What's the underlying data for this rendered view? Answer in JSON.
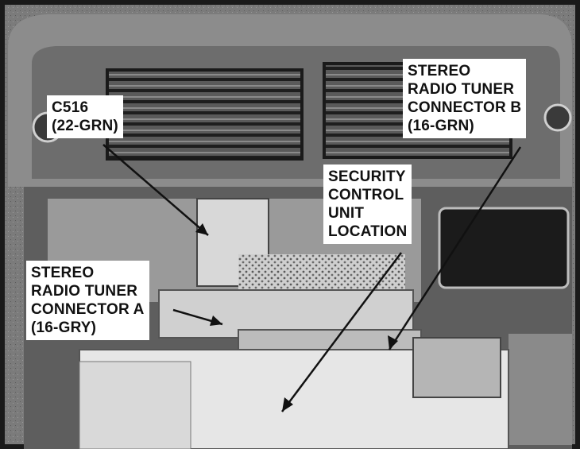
{
  "callouts": {
    "c516": {
      "line1": "C516",
      "line2": "(22-GRN)"
    },
    "connector_b": {
      "line1": "STEREO",
      "line2": "RADIO TUNER",
      "line3": "CONNECTOR B",
      "line4": "(16-GRN)"
    },
    "security_unit": {
      "line1": "SECURITY",
      "line2": "CONTROL",
      "line3": "UNIT",
      "line4": "LOCATION"
    },
    "connector_a": {
      "line1": "STEREO",
      "line2": "RADIO TUNER",
      "line3": "CONNECTOR A",
      "line4": "(16-GRY)"
    }
  }
}
